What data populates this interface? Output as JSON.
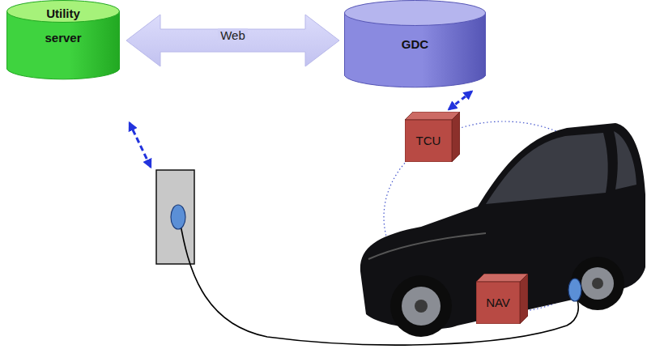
{
  "diagram": {
    "nodes": [
      {
        "text": [
          "Utility server"
        ]
      },
      {
        "text": [
          "GDC"
        ]
      },
      {
        "text": [
          "TCU"
        ]
      },
      {
        "text": [
          "NAV"
        ]
      }
    ],
    "edges": [
      {
        "from": 0,
        "to": 1,
        "arrow": "both",
        "label": "Web"
      },
      {
        "from": 2,
        "to": 1,
        "arrow": "both"
      }
    ]
  }
}
